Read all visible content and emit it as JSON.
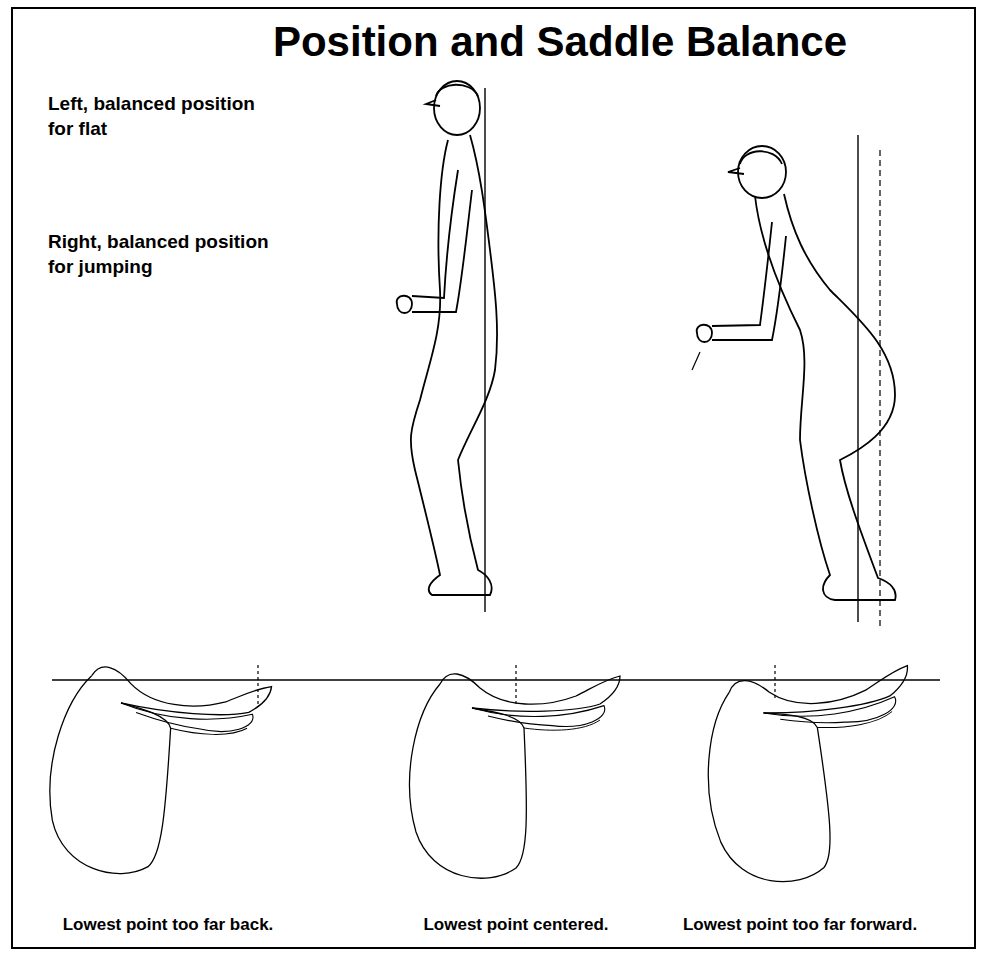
{
  "diagram": {
    "title": "Position and Saddle Balance",
    "labels": [
      "Left, balanced position for flat",
      "Right, balanced position for jumping",
      "Lowest point too far back.",
      "Lowest point centered.",
      "Lowest point too far forward."
    ]
  }
}
